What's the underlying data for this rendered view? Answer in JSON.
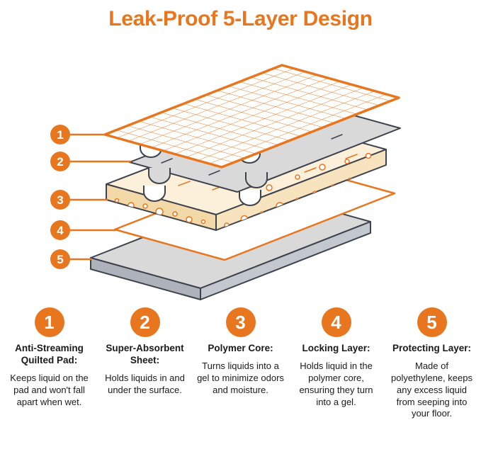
{
  "title": "Leak-Proof 5-Layer Design",
  "colors": {
    "accent_orange": "#E8761F",
    "outline_dark": "#3D424D",
    "sheet_gray": "#D9D9D9",
    "core_cream": "#FCF0DA"
  },
  "features": [
    {
      "number": "1",
      "heading": "Anti-Streaming Quilted Pad:",
      "description": "Keeps liquid on the pad and won't fall apart when wet."
    },
    {
      "number": "2",
      "heading": "Super-Absorbent Sheet:",
      "description": "Holds liquids in and under the surface."
    },
    {
      "number": "3",
      "heading": "Polymer Core:",
      "description": "Turns liquids into a gel to minimize odors and moisture."
    },
    {
      "number": "4",
      "heading": "Locking Layer:",
      "description": "Holds liquid in the polymer core, ensuring they turn into a gel."
    },
    {
      "number": "5",
      "heading": "Protecting Layer:",
      "description": "Made of polyethylene, keeps any excess liquid from seeping into your floor."
    }
  ]
}
